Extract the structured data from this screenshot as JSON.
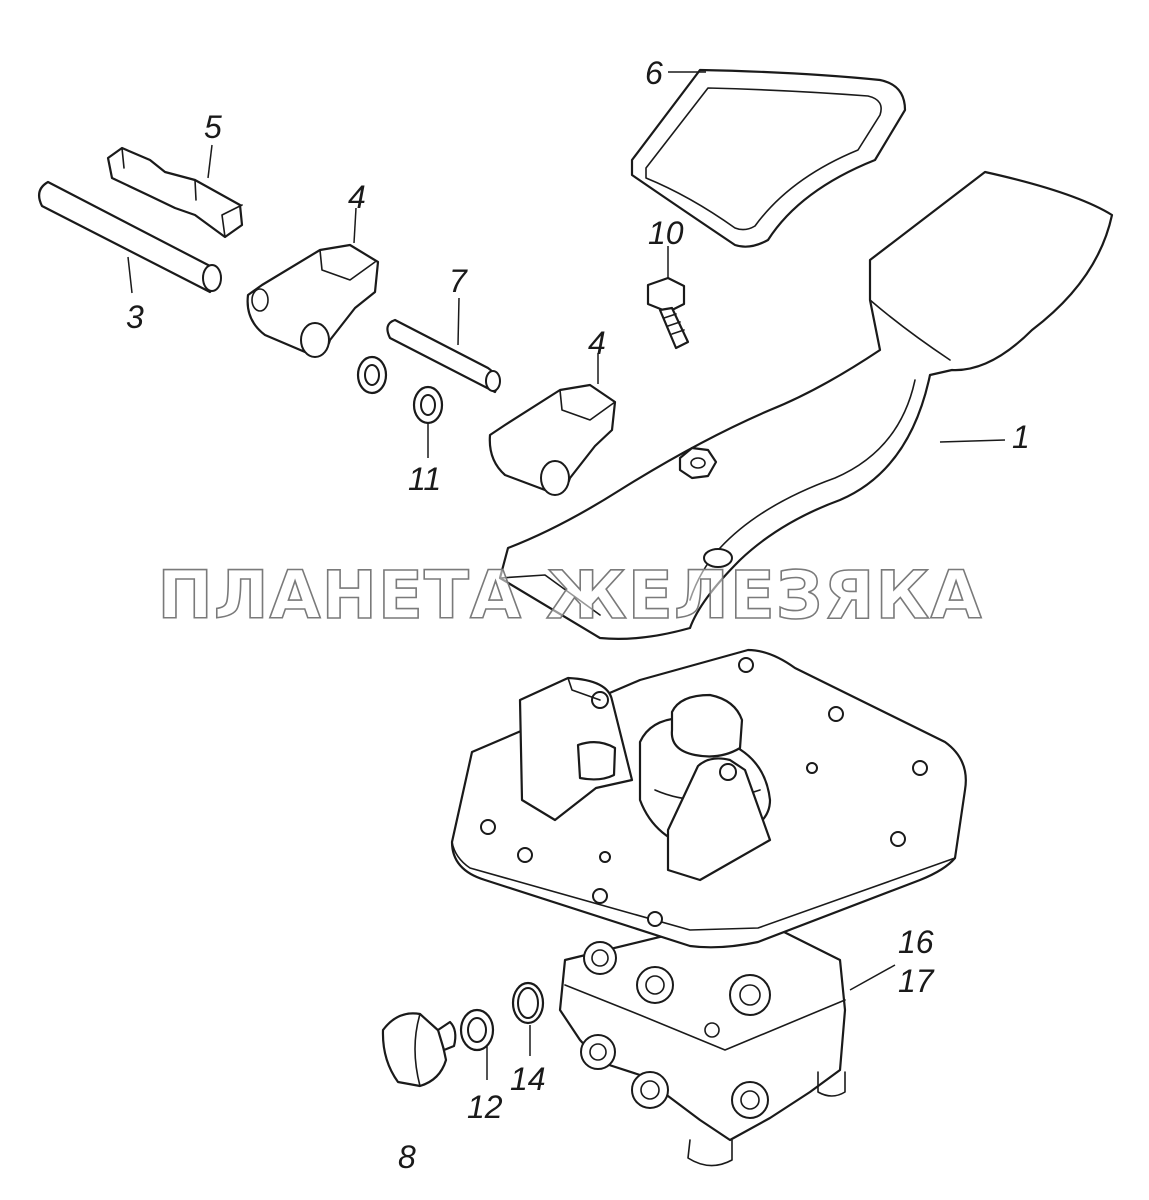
{
  "diagram": {
    "watermark": "ПЛАНЕТА ЖЕЛЕЗЯКА",
    "callouts": {
      "c1": "1",
      "c3": "3",
      "c4a": "4",
      "c4b": "4",
      "c5": "5",
      "c6": "6",
      "c7": "7",
      "c8": "8",
      "c10": "10",
      "c11": "11",
      "c12": "12",
      "c14": "14",
      "c16": "16",
      "c17": "17"
    }
  }
}
